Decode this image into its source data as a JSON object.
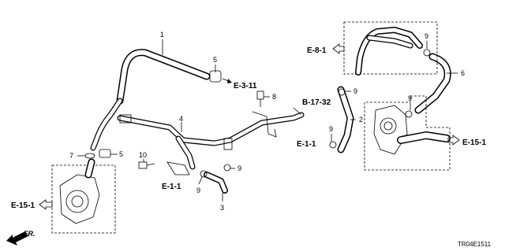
{
  "parts": {
    "p1": "1",
    "p2": "2",
    "p3": "3",
    "p4": "4",
    "p5a": "5",
    "p5b": "5",
    "p6": "6",
    "p7": "7",
    "p8": "8",
    "p9a": "9",
    "p9b": "9",
    "p9c": "9",
    "p9d": "9",
    "p9e": "9",
    "p9f": "9",
    "p10": "10"
  },
  "refs": {
    "e311": "E-3-11",
    "e81": "E-8-1",
    "b1732": "B-17-32",
    "e11_right": "E-1-1",
    "e11_left": "E-1-1",
    "e151_right": "E-15-1",
    "e151_left": "E-15-1"
  },
  "direction": "FR.",
  "catalog_code": "TR04E1511"
}
